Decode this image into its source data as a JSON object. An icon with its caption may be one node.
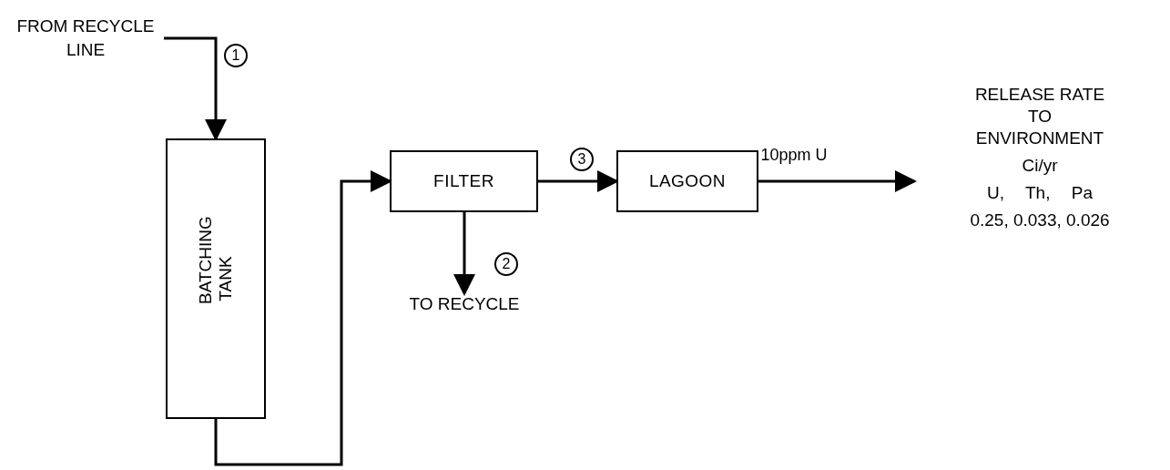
{
  "diagram": {
    "nodes": [
      {
        "text": [
          "FROM RECYCLE LINE"
        ]
      },
      {
        "text": [
          "BATCHING TANK"
        ]
      },
      {
        "text": [
          "FILTER"
        ]
      },
      {
        "text": [
          "LAGOON"
        ]
      },
      {
        "text": [
          "TO RECYCLE"
        ]
      },
      {
        "text": [
          "RELEASE RATE TO ENVIRONMENT",
          "Ci/yr",
          "U, Th, Pa",
          "0.25, 0.033, 0.026"
        ]
      }
    ],
    "edges": [
      {
        "from": 0,
        "to": 1,
        "arrow": "to"
      },
      {
        "from": 1,
        "to": 2,
        "arrow": "to"
      },
      {
        "from": 2,
        "to": 4,
        "arrow": "to"
      },
      {
        "from": 2,
        "to": 3,
        "arrow": "to"
      },
      {
        "from": 3,
        "to": 5,
        "arrow": "to",
        "label": "10ppm U"
      }
    ],
    "labels": [
      "1",
      "2",
      "3"
    ]
  }
}
